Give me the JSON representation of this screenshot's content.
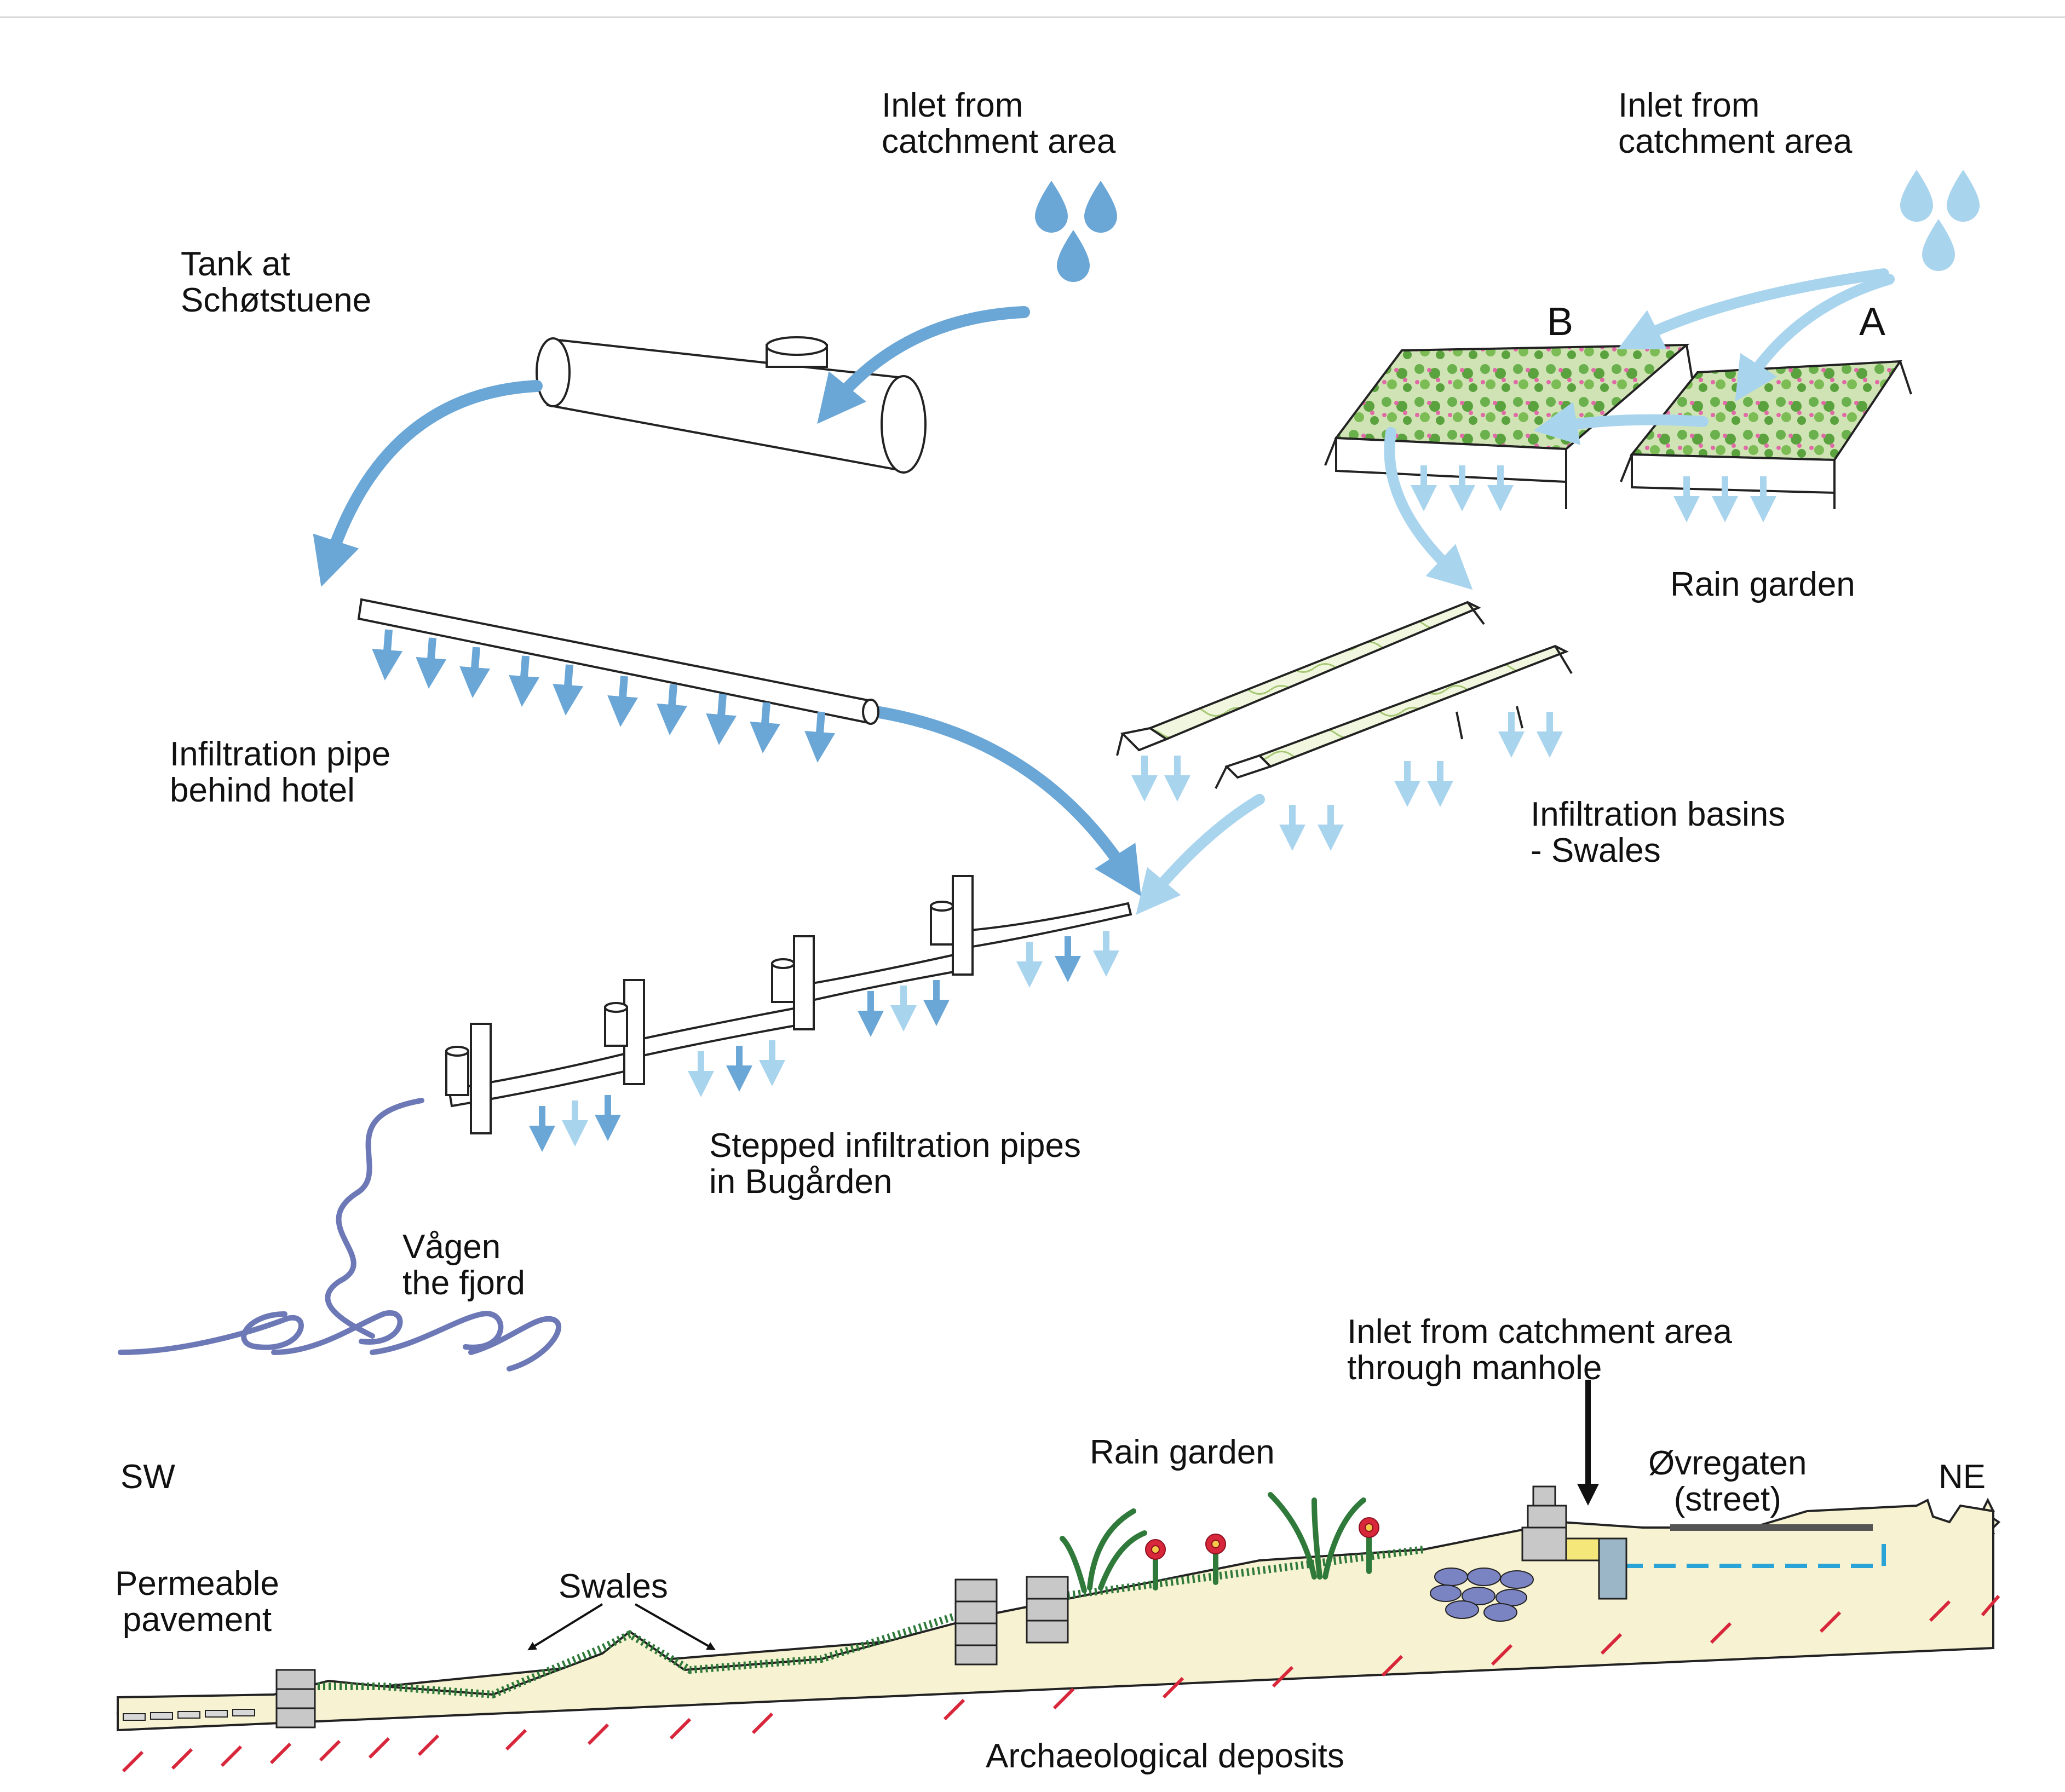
{
  "labels": {
    "inlet_1": "Inlet from\ncatchment area",
    "inlet_2": "Inlet from\ncatchment area",
    "tank": "Tank at\nSchøtstuene",
    "b": "B",
    "a": "A",
    "rain_garden_top": "Rain garden",
    "infiltration_pipe": "Infiltration pipe\nbehind hotel",
    "infiltration_basins": "Infiltration basins\n- Swales",
    "stepped_pipes": "Stepped infiltration pipes\nin Bugården",
    "vagen": "Vågen\nthe fjord",
    "inlet_manhole": "Inlet from catchment area\nthrough manhole",
    "sw": "SW",
    "ne": "NE",
    "rain_garden_section": "Rain garden",
    "ovregaten": "Øvregaten\n(street)",
    "permeable": "Permeable\npavement",
    "swales": "Swales",
    "archaeological": "Archaeological deposits"
  },
  "colors": {
    "flow_dark": "#6aa6d6",
    "flow_light": "#a9d4ee",
    "fjord": "#6c79b6",
    "soil": "#f6f2d2",
    "grass": "#2f7a3a",
    "deposit_hatch": "#d8263a",
    "stone": "#c8c8c8",
    "pebble": "#7b84c2",
    "drain_pipe": "#2aa3d6",
    "manhole_fill": "#9bb6c6",
    "yellow_block": "#f5e77a"
  },
  "icons": [
    "water-drop-icon",
    "flow-arrow-icon",
    "infiltration-arrow-icon",
    "flower-icon",
    "manhole-arrow-icon"
  ]
}
